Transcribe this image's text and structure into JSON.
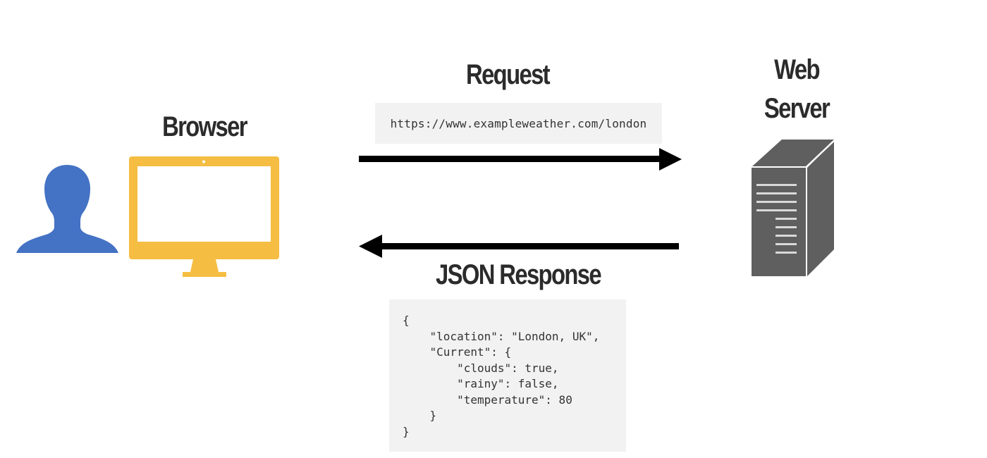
{
  "browser": {
    "title": "Browser",
    "user_icon": "user-silhouette-icon",
    "monitor_icon": "monitor-icon",
    "user_color": "#4472c4",
    "monitor_color": "#f5bd42"
  },
  "server": {
    "title_line1": "Web",
    "title_line2": "Server",
    "icon": "server-tower-icon",
    "color": "#5f5f5f"
  },
  "request": {
    "title": "Request",
    "url": "https://www.exampleweather.com/london",
    "arrow_direction": "right"
  },
  "response": {
    "title": "JSON Response",
    "arrow_direction": "left",
    "json_lines": [
      "{",
      "    \"location\": \"London, UK\",",
      "    \"Current\": {",
      "        \"clouds\": true,",
      "        \"rainy\": false,",
      "        \"temperature\": 80",
      "    }",
      "}"
    ]
  }
}
